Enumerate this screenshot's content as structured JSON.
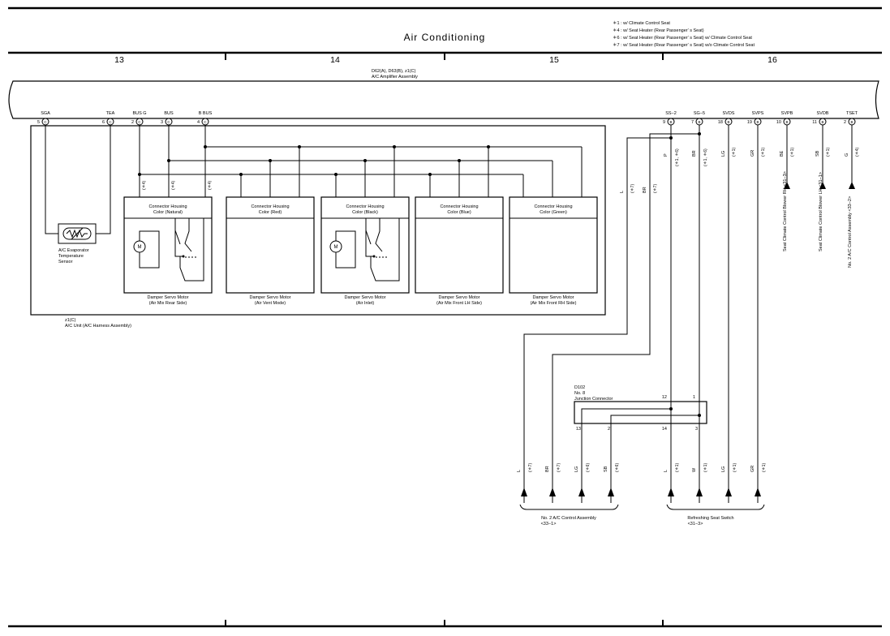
{
  "title": "Air Conditioning",
  "notes": [
    "＊1 : w/ Climate Control Seat",
    "＊4 : w/ Seat Heater (Rear Passenger' s Seat)",
    "＊6 : w/ Seat Heater (Rear Passenger' s Seat) w/ Climate Control Seat",
    "＊7 : w/ Seat Heater (Rear Passenger' s Seat) w/o Climate Control Seat"
  ],
  "sections": [
    "13",
    "14",
    "15",
    "16"
  ],
  "amplifier": {
    "code": "D62(A), D63(B), z1(C)",
    "name": "A/C Amplifier Assembly"
  },
  "amp_pins": {
    "sga": {
      "label": "SGA",
      "num": "5",
      "conn": "C"
    },
    "tea": {
      "label": "TEA",
      "num": "6",
      "conn": "C"
    },
    "busg": {
      "label": "BUS G",
      "num": "2",
      "conn": "C"
    },
    "bus": {
      "label": "BUS",
      "num": "3",
      "conn": "C"
    },
    "bbus": {
      "label": "B BUS",
      "num": "4",
      "conn": "C"
    },
    "ss2": {
      "label": "SS−2",
      "num": "9",
      "conn": "B"
    },
    "sg5": {
      "label": "SG−5",
      "num": "7",
      "conn": "B"
    },
    "svds": {
      "label": "SVDS",
      "num": "18",
      "conn": "B"
    },
    "svps": {
      "label": "SVPS",
      "num": "19",
      "conn": "B"
    },
    "svpb": {
      "label": "SVPB",
      "num": "10",
      "conn": "B"
    },
    "svdb": {
      "label": "SVDB",
      "num": "11",
      "conn": "B"
    },
    "tset": {
      "label": "TSET",
      "num": "2",
      "conn": "B"
    }
  },
  "unit": {
    "code": "z1(C)",
    "name": "A/C Unit (A/C Harness Assembly)"
  },
  "sensor": {
    "line1": "A/C Evaporator",
    "line2": "Temperature",
    "line3": "Sensor"
  },
  "n4": "(＊4)",
  "motor_symbol": "M",
  "housing_caption": "Connector Housing",
  "motors": [
    {
      "color": "Color (Natural)",
      "l1": "Damper Servo Motor",
      "l2": "(Air Mix Rear Side)"
    },
    {
      "color": "Color (Red)",
      "l1": "Damper Servo Motor",
      "l2": "(Air Vent Mode)"
    },
    {
      "color": "Color (Black)",
      "l1": "Damper Servo Motor",
      "l2": "(Air Inlet)"
    },
    {
      "color": "Color (Blue)",
      "l1": "Damper Servo Motor",
      "l2": "(Air Mix Front LH Side)"
    },
    {
      "color": "Color (Green)",
      "l1": "Damper Servo Motor",
      "l2": "(Air Mix Front RH Side)"
    }
  ],
  "wire_labels": {
    "p": "P",
    "p_n": "(＊1, ＊6)",
    "br_top": "BR",
    "br_top_n": "(＊1, ＊6)",
    "lg": "LG",
    "gr": "GR",
    "be": "BE",
    "sb": "SB",
    "g": "G",
    "n1": "(＊1)",
    "n4": "(＊4)",
    "n6": "(＊6)",
    "n7": "(＊7)",
    "l": "L",
    "br": "BR",
    "w": "W"
  },
  "targets": {
    "blower_rh": "Seat Climate Control Blower RH <31−3>",
    "blower_lh": "Seat Climate Control Blower LH <31−1>",
    "ac_ctrl_top": "No. 2 A/C Control Assembly <33−2>"
  },
  "junction": {
    "code": "D102",
    "no": "No. 8",
    "name": "Junction Connector",
    "p12": "12",
    "p1": "1",
    "p13": "13",
    "p2": "2",
    "p14": "14",
    "p3": "3"
  },
  "bottom": {
    "ac_ctrl_1": "No. 2 A/C Control Assembly",
    "ac_ctrl_2": "<33−1>",
    "switch_1": "Refreshing Seat Switch",
    "switch_2": "<31−3>"
  }
}
